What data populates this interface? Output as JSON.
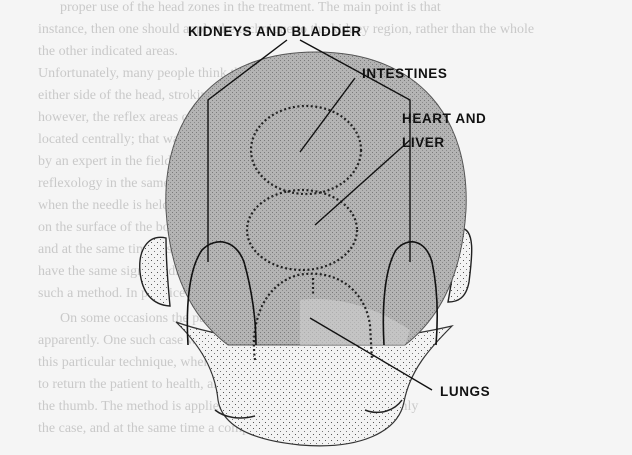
{
  "diagram": {
    "labels": {
      "kidneys_bladder": "KIDNEYS AND BLADDER",
      "intestines": "INTESTINES",
      "heart_liver_line1": "HEART AND",
      "heart_liver_line2": "LIVER",
      "lungs": "LUNGS"
    },
    "background_text_lines": [
      "proper use of the head zones in the treatment. The main point is that",
      "instance, then one should apply the technique to the kidney region, rather than the whole",
      "the other indicated areas.",
      "Unfortunately, many people think that all they need to do is",
      "either side of the head, stroking the areas of the head as described",
      "however, the reflex areas on the head are more limited and are found",
      "located centrally; that way the reflex actions of the head can be applied",
      "by an expert in the field of reflexology and the principles apply",
      "reflexology in the same way as the whole-body approach",
      "when the needle is held in the same way as the whole-body",
      "on the surface of the body, applying this particular method",
      "and at the same time also the other reflex areas of the",
      "have the same signs of disease, and those who may not need",
      "such a method. In practice the effect is seen most clearly",
      "On some occasions the pain in the area of the surface made",
      "apparently. One such case was a practitioner who worked on a body",
      "this particular technique, when applied in a specific way, helped",
      "to return the patient to health, and it was noticed that the entire",
      "the thumb. The method is applied with the thumb, gently and firmly",
      "the case, and at the same time a comparison is made"
    ]
  }
}
